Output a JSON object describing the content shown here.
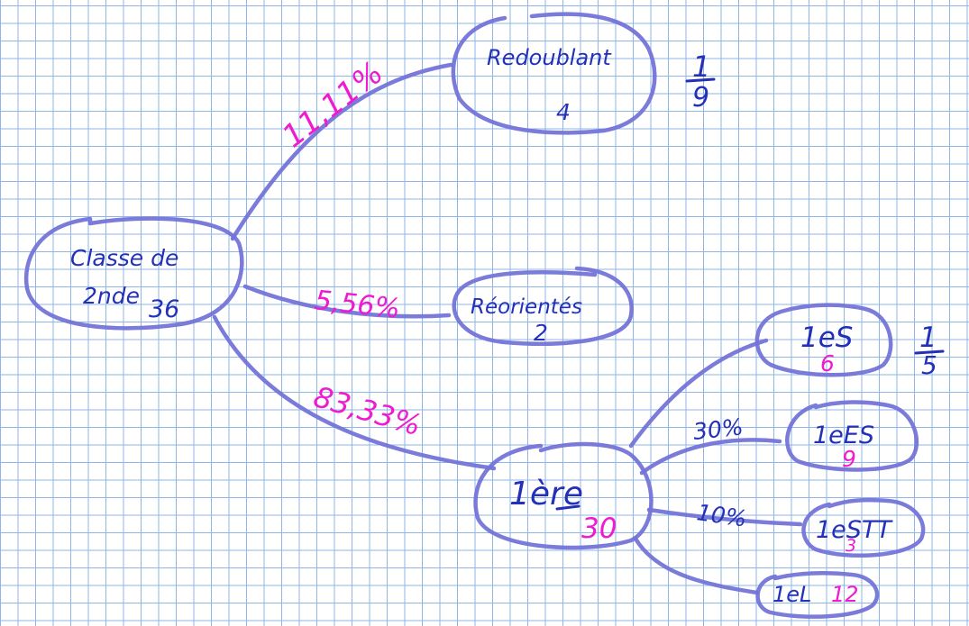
{
  "nodes": {
    "classe": {
      "line1": "Classe de",
      "line2": "2nde",
      "count": "36"
    },
    "redoublant": {
      "label": "Redoublant",
      "count": "4",
      "fraction_num": "1",
      "fraction_den": "9"
    },
    "reorientes": {
      "label": "Réorientés",
      "count": "2"
    },
    "premiere": {
      "label": "1ère",
      "count": "30"
    },
    "s": {
      "label": "1eS",
      "count": "6",
      "fraction_num": "1",
      "fraction_den": "5"
    },
    "es": {
      "label": "1eES",
      "count": "9"
    },
    "stt": {
      "label": "1eSTT",
      "count": "3"
    },
    "l": {
      "label": "1eL",
      "count": "12"
    }
  },
  "edges": {
    "redoublant_pct": "11,11%",
    "reorientes_pct": "5,56%",
    "premiere_pct": "83,33%",
    "es_pct": "30%",
    "stt_pct": "10%"
  },
  "colors": {
    "ink_blue": "#2330b8",
    "ink_pink": "#f01ad0",
    "stroke": "#7474d8",
    "grid": "#8fb6e8"
  }
}
